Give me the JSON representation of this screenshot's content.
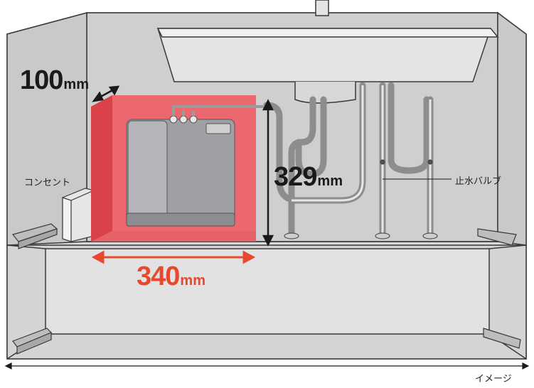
{
  "labels": {
    "outlet": "コンセント",
    "stop_valve": "止水バルブ",
    "image_note": "イメージ"
  },
  "dimensions": {
    "depth": {
      "value": "100",
      "unit": "mm"
    },
    "height": {
      "value": "329",
      "unit": "mm"
    },
    "width": {
      "value": "340",
      "unit": "mm"
    }
  },
  "colors": {
    "cabinet_bg": "#d6d6d6",
    "cabinet_line": "#3a3a3a",
    "red_zone": "#e8555d",
    "red_zone_side": "#d94048",
    "unit_body": "#9ea0a3",
    "dimension_red": "#e8492e",
    "dimension_black": "#1a1a1a"
  }
}
